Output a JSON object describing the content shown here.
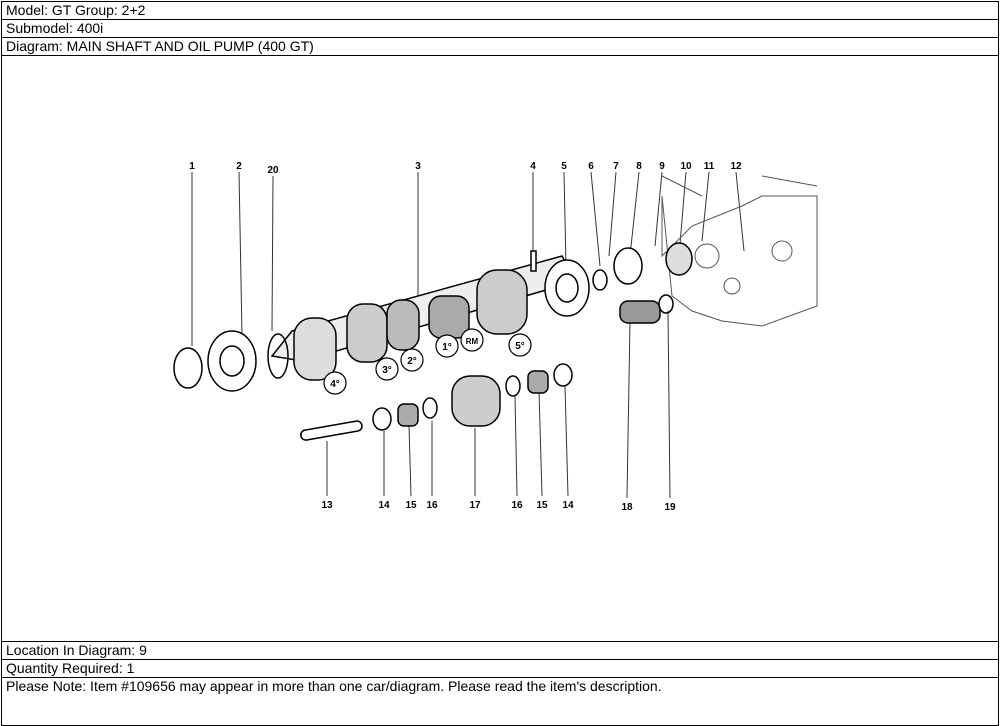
{
  "header": {
    "model": "Model: GT Group: 2+2",
    "submodel": "Submodel: 400i",
    "diagram": "Diagram: MAIN SHAFT AND OIL PUMP (400 GT)"
  },
  "diagram": {
    "callouts": [
      "1",
      "2",
      "20",
      "3",
      "4",
      "5",
      "6",
      "7",
      "8",
      "9",
      "10",
      "11",
      "12",
      "13",
      "14",
      "15",
      "16",
      "17",
      "16",
      "15",
      "14",
      "18",
      "19"
    ],
    "gear_labels": [
      "4°",
      "3°",
      "2°",
      "1°",
      "RM",
      "5°"
    ]
  },
  "footer": {
    "location": "Location In Diagram: 9",
    "quantity": "Quantity Required: 1",
    "note": "Please Note: Item #109656 may appear in more than one car/diagram. Please read the item's description."
  }
}
